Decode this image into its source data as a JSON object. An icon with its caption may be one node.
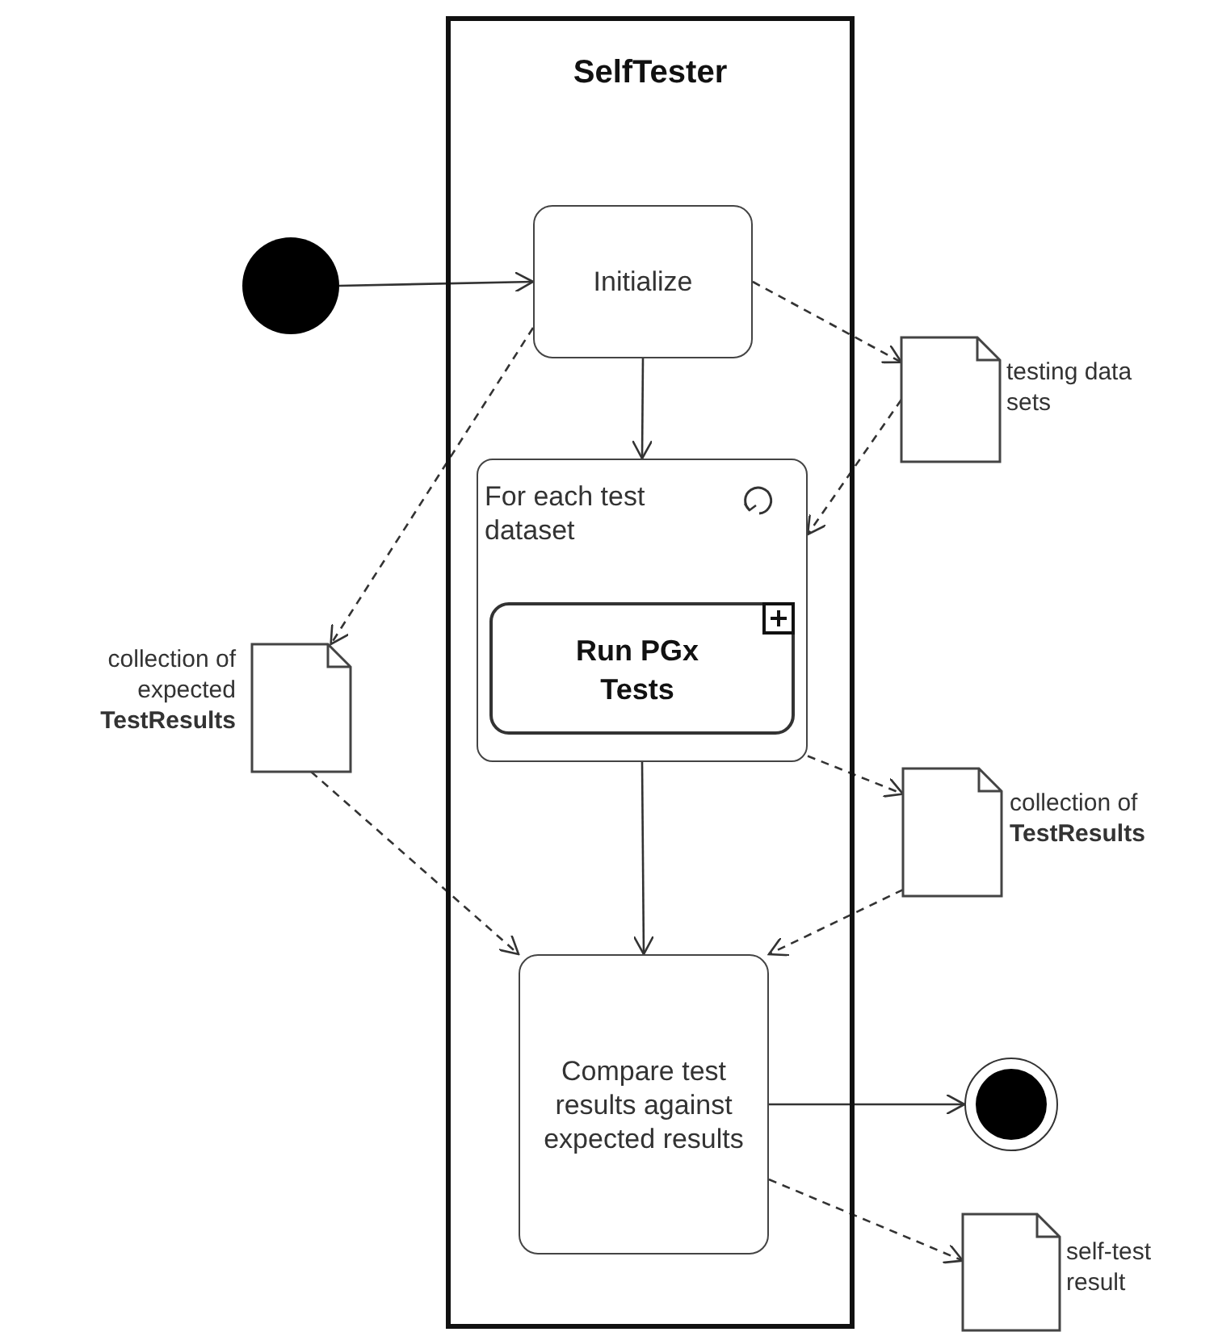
{
  "diagram": {
    "nodes": [
      {
        "text": [
          "SelfTester"
        ]
      },
      {
        "text": [],
        "shape": "circle"
      },
      {
        "text": [
          "Initialize"
        ],
        "in": 0
      },
      {
        "text": [
          "testing data sets"
        ]
      },
      {
        "text": [
          "For each test dataset"
        ],
        "in": 0
      },
      {
        "text": [
          "Run PGx Tests"
        ],
        "in": 4
      },
      {
        "text": [
          "collection of expected **TestResults**"
        ]
      },
      {
        "text": [
          "collection of **TestResults**"
        ]
      },
      {
        "text": [
          "Compare test results against expected results"
        ],
        "in": 0
      },
      {
        "text": [],
        "shape": "circle"
      },
      {
        "text": [
          "self-test result"
        ]
      }
    ],
    "edges": [
      {
        "from": 1,
        "to": 2,
        "arrow": "to"
      },
      {
        "from": 2,
        "to": 3,
        "arrow": "to",
        "style": "dashed"
      },
      {
        "from": 2,
        "to": 6,
        "arrow": "to",
        "style": "dashed"
      },
      {
        "from": 3,
        "to": 4,
        "arrow": "to",
        "style": "dashed"
      },
      {
        "from": 2,
        "to": 4,
        "arrow": "to"
      },
      {
        "from": 4,
        "to": 7,
        "arrow": "to",
        "style": "dashed"
      },
      {
        "from": 4,
        "to": 8,
        "arrow": "to"
      },
      {
        "from": 6,
        "to": 8,
        "arrow": "to",
        "style": "dashed"
      },
      {
        "from": 7,
        "to": 8,
        "arrow": "to",
        "style": "dashed"
      },
      {
        "from": 8,
        "to": 9,
        "arrow": "to"
      },
      {
        "from": 8,
        "to": 10,
        "arrow": "to",
        "style": "dashed"
      }
    ]
  }
}
